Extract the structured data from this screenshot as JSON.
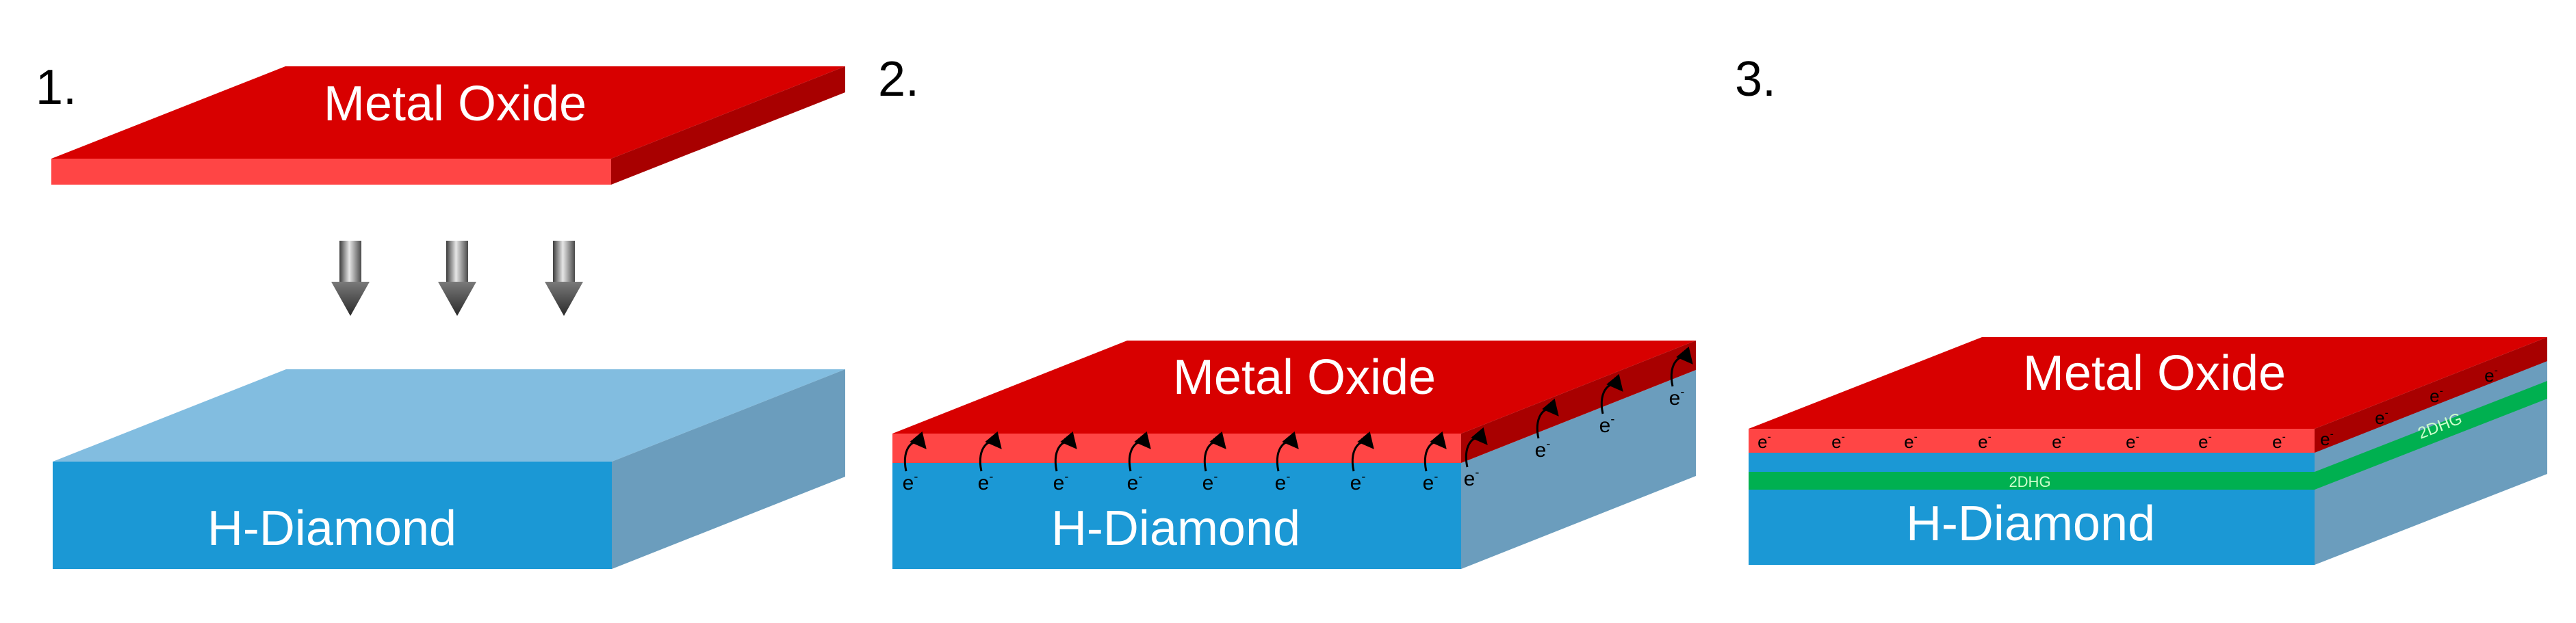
{
  "panels": [
    {
      "number": "1.",
      "top_layer": "Metal Oxide",
      "bottom_layer": "H-Diamond"
    },
    {
      "number": "2.",
      "top_layer": "Metal Oxide",
      "bottom_layer": "H-Diamond",
      "electron": "e",
      "electron_charge": "-"
    },
    {
      "number": "3.",
      "top_layer": "Metal Oxide",
      "bottom_layer": "H-Diamond",
      "electron": "e",
      "electron_charge": "-",
      "channel_label": "2DHG"
    }
  ],
  "colors": {
    "oxide_top": "#d80000",
    "oxide_front": "#ff4545",
    "oxide_side": "#a80000",
    "diamond_top": "#82bde0",
    "diamond_front": "#1b98d5",
    "diamond_side": "#6b9dbd",
    "channel": "#00b050",
    "arrow_dark": "#404040",
    "arrow_light": "#e0e0e0"
  }
}
